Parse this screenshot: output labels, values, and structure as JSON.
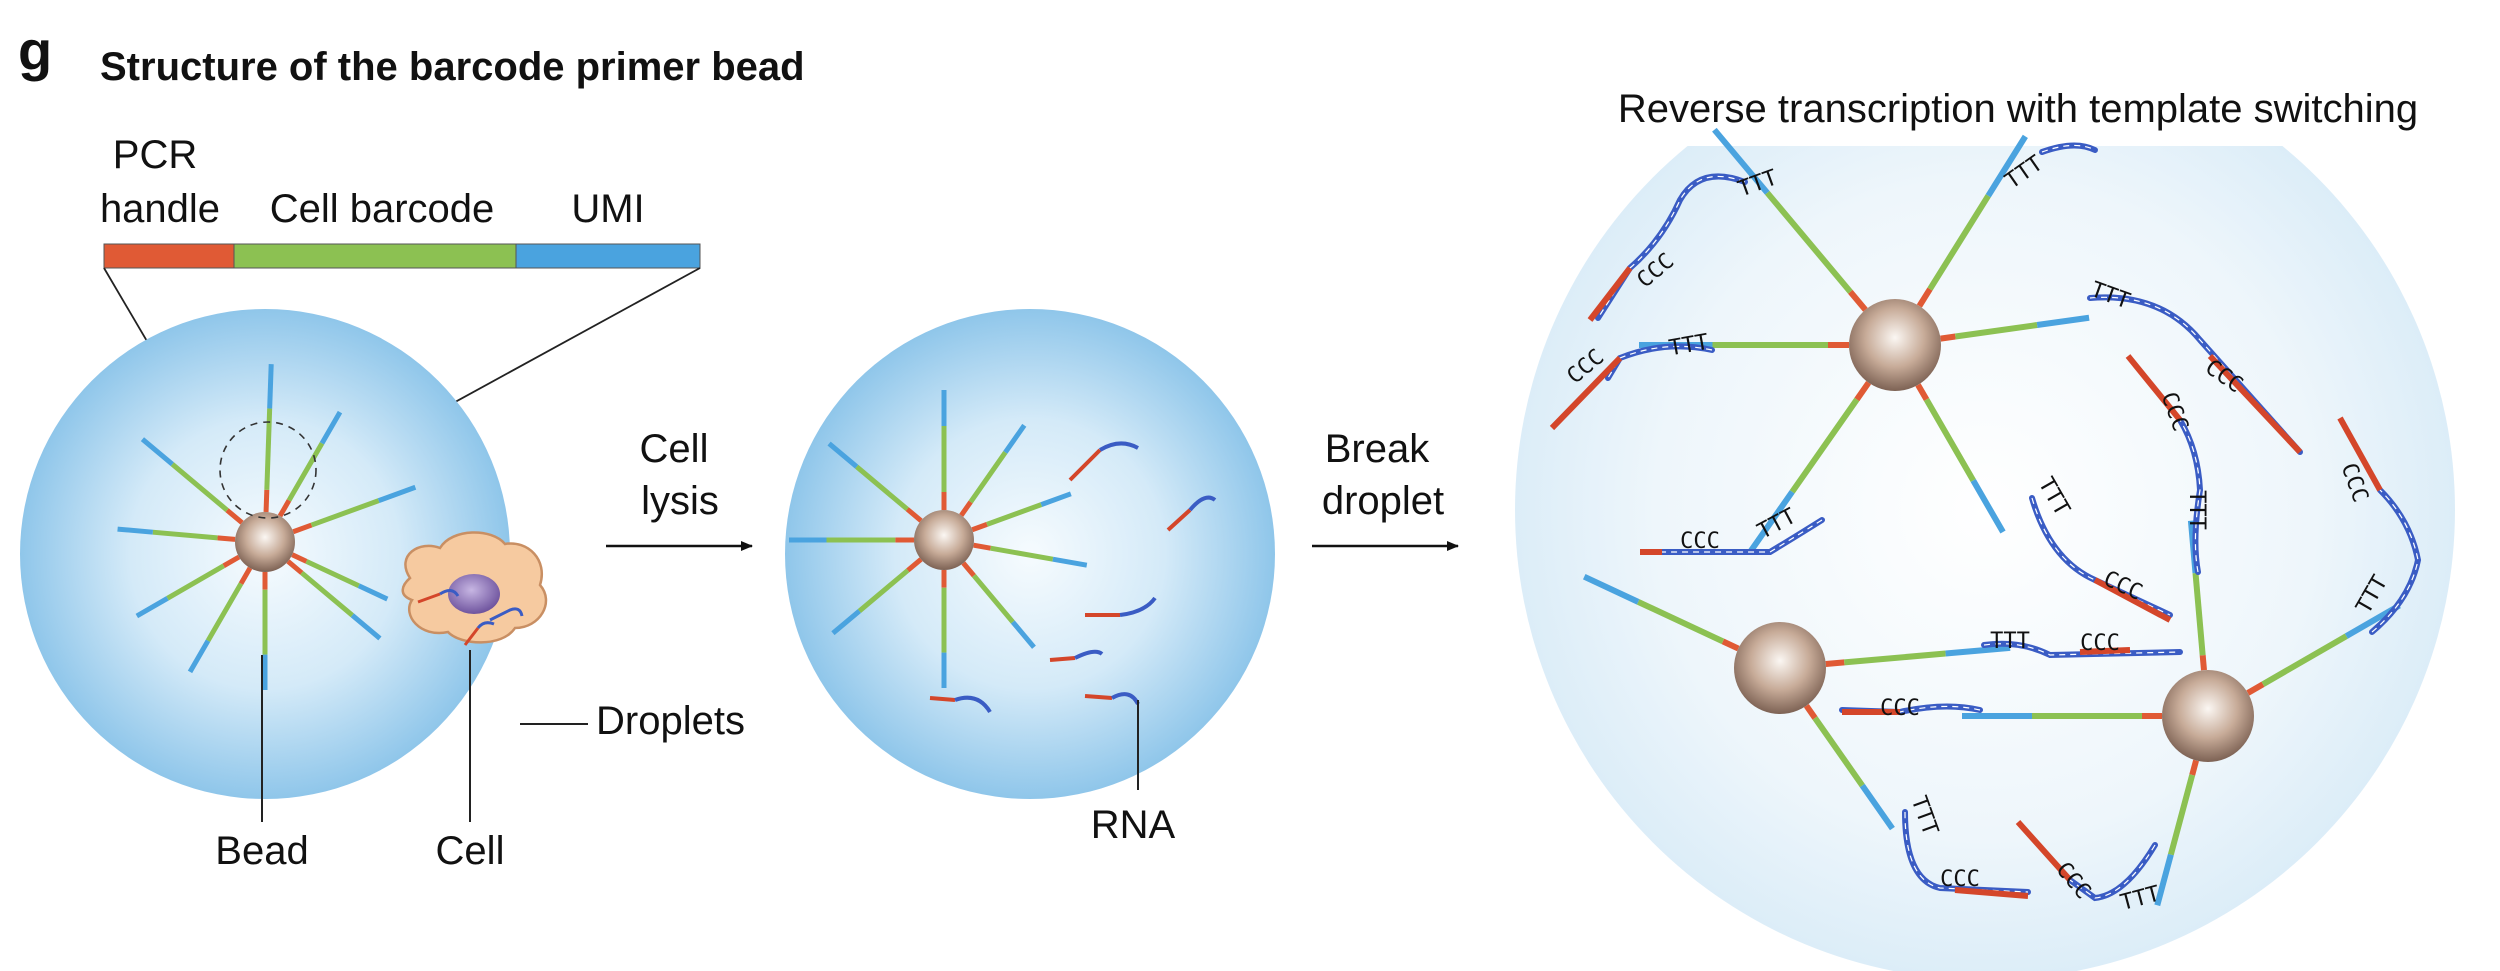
{
  "panel_letter": "g",
  "title": "Structure of the barcode primer bead",
  "structure": {
    "segments": [
      "PCR handle",
      "Cell barcode",
      "UMI"
    ],
    "pcr_line1": "PCR",
    "pcr_line2": "handle",
    "cell_barcode": "Cell barcode",
    "umi": "UMI"
  },
  "labels": {
    "bead": "Bead",
    "cell": "Cell",
    "droplets": "Droplets",
    "rna": "RNA"
  },
  "steps": {
    "lysis_line1": "Cell",
    "lysis_line2": "lysis",
    "break_line1": "Break",
    "break_line2": "droplet"
  },
  "right_title": "Reverse transcription with template switching",
  "seq_labels": {
    "polyT": "TTT",
    "polyC": "CCC"
  },
  "colors": {
    "pcr_handle": "#e05a35",
    "cell_barcode": "#8cc152",
    "umi": "#4aa3df",
    "rna_blue": "#3a5cc4",
    "rna_red": "#d4462a",
    "droplet_edge": "#9fd0ef",
    "droplet_center": "#f4fafe",
    "bead_light": "#f2ebe4",
    "bead_dark": "#8a6f60",
    "cell_body": "#f6caa0",
    "nucleus": "#8a6fb5"
  }
}
